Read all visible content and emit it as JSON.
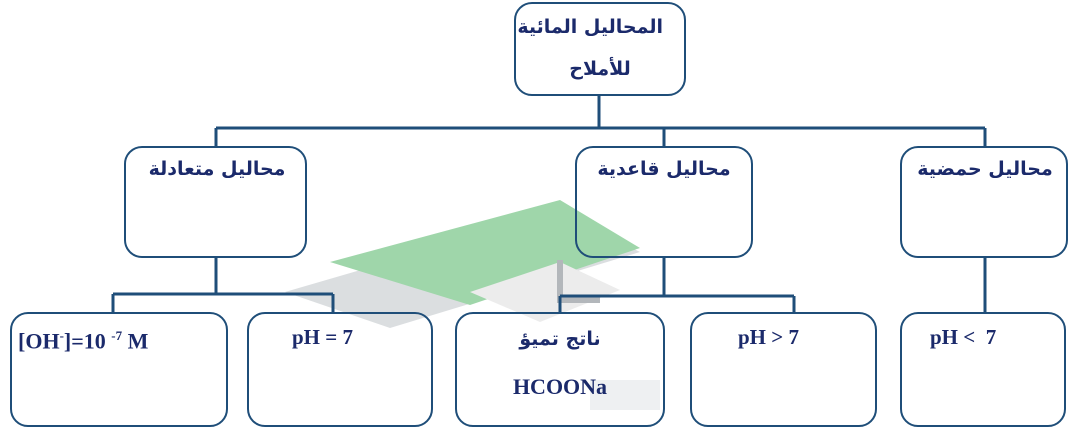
{
  "root": {
    "line1": "المحاليل المائية",
    "line2": "للأملاح"
  },
  "categories": [
    {
      "id": "neutral",
      "label": "محاليل متعادلة"
    },
    {
      "id": "basic",
      "label": "محاليل قاعدية"
    },
    {
      "id": "acidic",
      "label": "محاليل حمضية"
    }
  ],
  "leaves": {
    "neutral_oh": {
      "prefix": "[OH",
      "charge": "-",
      "middle": "]=10 ",
      "exponent": "-7",
      "unit": " M"
    },
    "neutral_ph": "pH = 7",
    "basic_product_label": "ناتج تميؤ",
    "basic_product_formula": "HCOONa",
    "basic_ph": "pH > 7",
    "acidic_ph": "pH <  7"
  },
  "colors": {
    "border": "#1f4e79",
    "text": "#1b2a6b",
    "watermark_green": "#2e9e44",
    "watermark_gray": "#8a8f94"
  }
}
